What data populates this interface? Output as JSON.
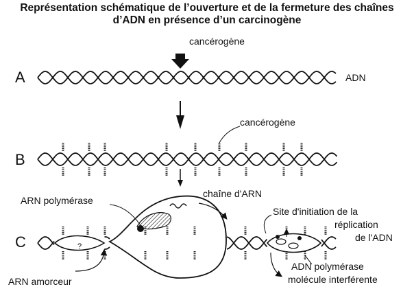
{
  "title": {
    "line1": "Représentation schématique de l’ouverture et de la fermeture des chaînes",
    "line2": "d’ADN en présence d’un carcinogène"
  },
  "panels": {
    "a": {
      "letter": "A",
      "carcinogen": "cancérogène",
      "dna": "ADN"
    },
    "b": {
      "letter": "B",
      "carcinogen": "cancérogène"
    },
    "c": {
      "letter": "C",
      "rna_chain": "chaîne d'ARN",
      "rna_polymerase": "ARN polymérase",
      "replication_site_line1": "Site d'initiation de la",
      "replication_site_line2": "réplication",
      "replication_site_line3": "de l'ADN",
      "dna_polymerase": "ADN polymérase",
      "interfering_molecule": "molécule interférente",
      "rna_primer": "ARN amorceur",
      "question_mark": "?"
    }
  },
  "colors": {
    "ink": "#111111",
    "background": "#ffffff"
  }
}
